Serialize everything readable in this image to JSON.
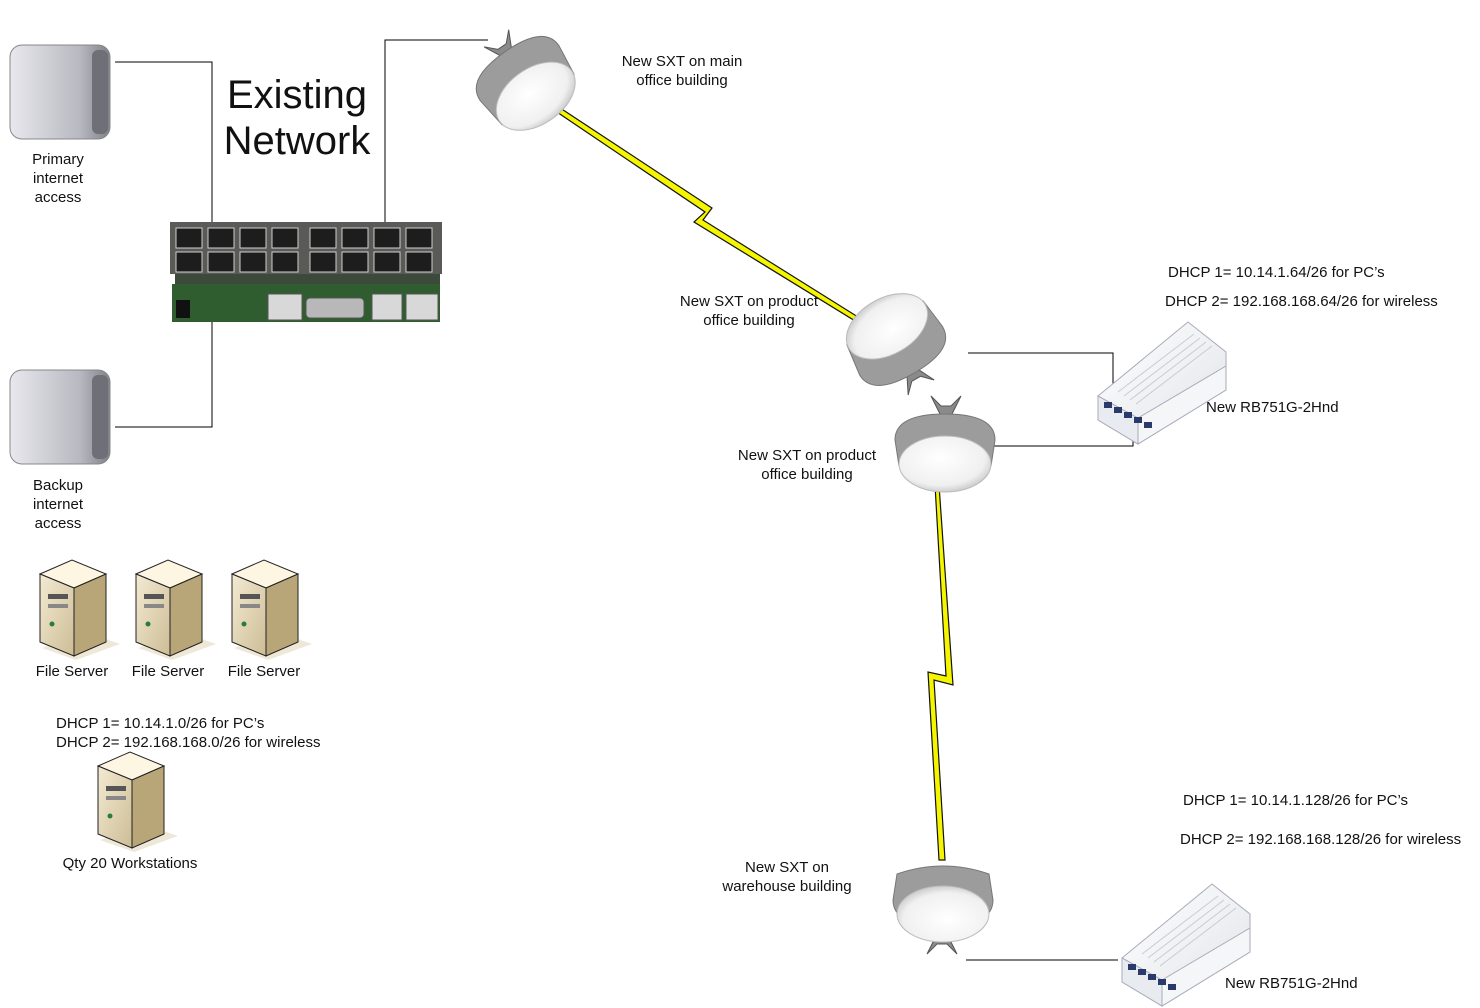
{
  "title": {
    "line1": "Existing",
    "line2": "Network"
  },
  "devices": {
    "primary": {
      "line1": "Primary",
      "line2": "internet",
      "line3": "access"
    },
    "backup": {
      "line1": "Backup",
      "line2": "internet",
      "line3": "access"
    },
    "servers": [
      "File Server",
      "File Server",
      "File Server"
    ],
    "workstations": "Qty 20 Workstations",
    "sxt_main": {
      "line1": "New SXT on main",
      "line2": "office building"
    },
    "sxt_product_1": {
      "line1": "New SXT on product",
      "line2": "office building"
    },
    "sxt_product_2": {
      "line1": "New SXT on product",
      "line2": "office building"
    },
    "sxt_warehouse": {
      "line1": "New SXT on",
      "line2": "warehouse building"
    },
    "router_product": "New RB751G-2Hnd",
    "router_warehouse": "New RB751G-2Hnd"
  },
  "dhcp": {
    "main": {
      "d1": "DHCP 1= 10.14.1.0/26 for PC’s",
      "d2": "DHCP 2= 192.168.168.0/26 for wireless"
    },
    "product": {
      "d1": "DHCP 1= 10.14.1.64/26 for PC’s",
      "d2": "DHCP 2= 192.168.168.64/26 for wireless"
    },
    "warehouse": {
      "d1": "DHCP 1= 10.14.1.128/26 for PC’s",
      "d2": "DHCP 2= 192.168.168.128/26 for wireless"
    }
  },
  "colors": {
    "link": "#f5f500",
    "wire": "#000000"
  }
}
